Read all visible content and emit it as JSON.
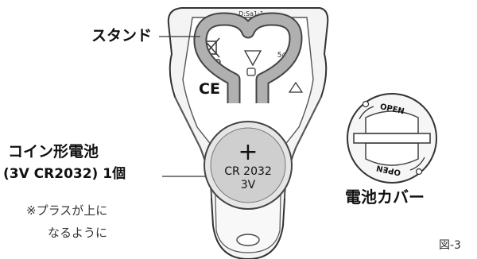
{
  "labels": {
    "stand": "スタンド",
    "battery_line1": "コイン形電池",
    "battery_line2": "(3V CR2032) 1個",
    "note_line1": "※プラスが上に",
    "note_line2": "なるように",
    "cover": "電池カバー",
    "figure": "図-3"
  },
  "device": {
    "top_code": "D:Sa1:1",
    "marking": "5@5",
    "ce_mark": "CE"
  },
  "battery": {
    "plus_sign": "+",
    "model": "CR 2032",
    "voltage": "3V"
  },
  "cover_marks": {
    "open_top": "OPEN",
    "open_bottom": "OPEN"
  }
}
